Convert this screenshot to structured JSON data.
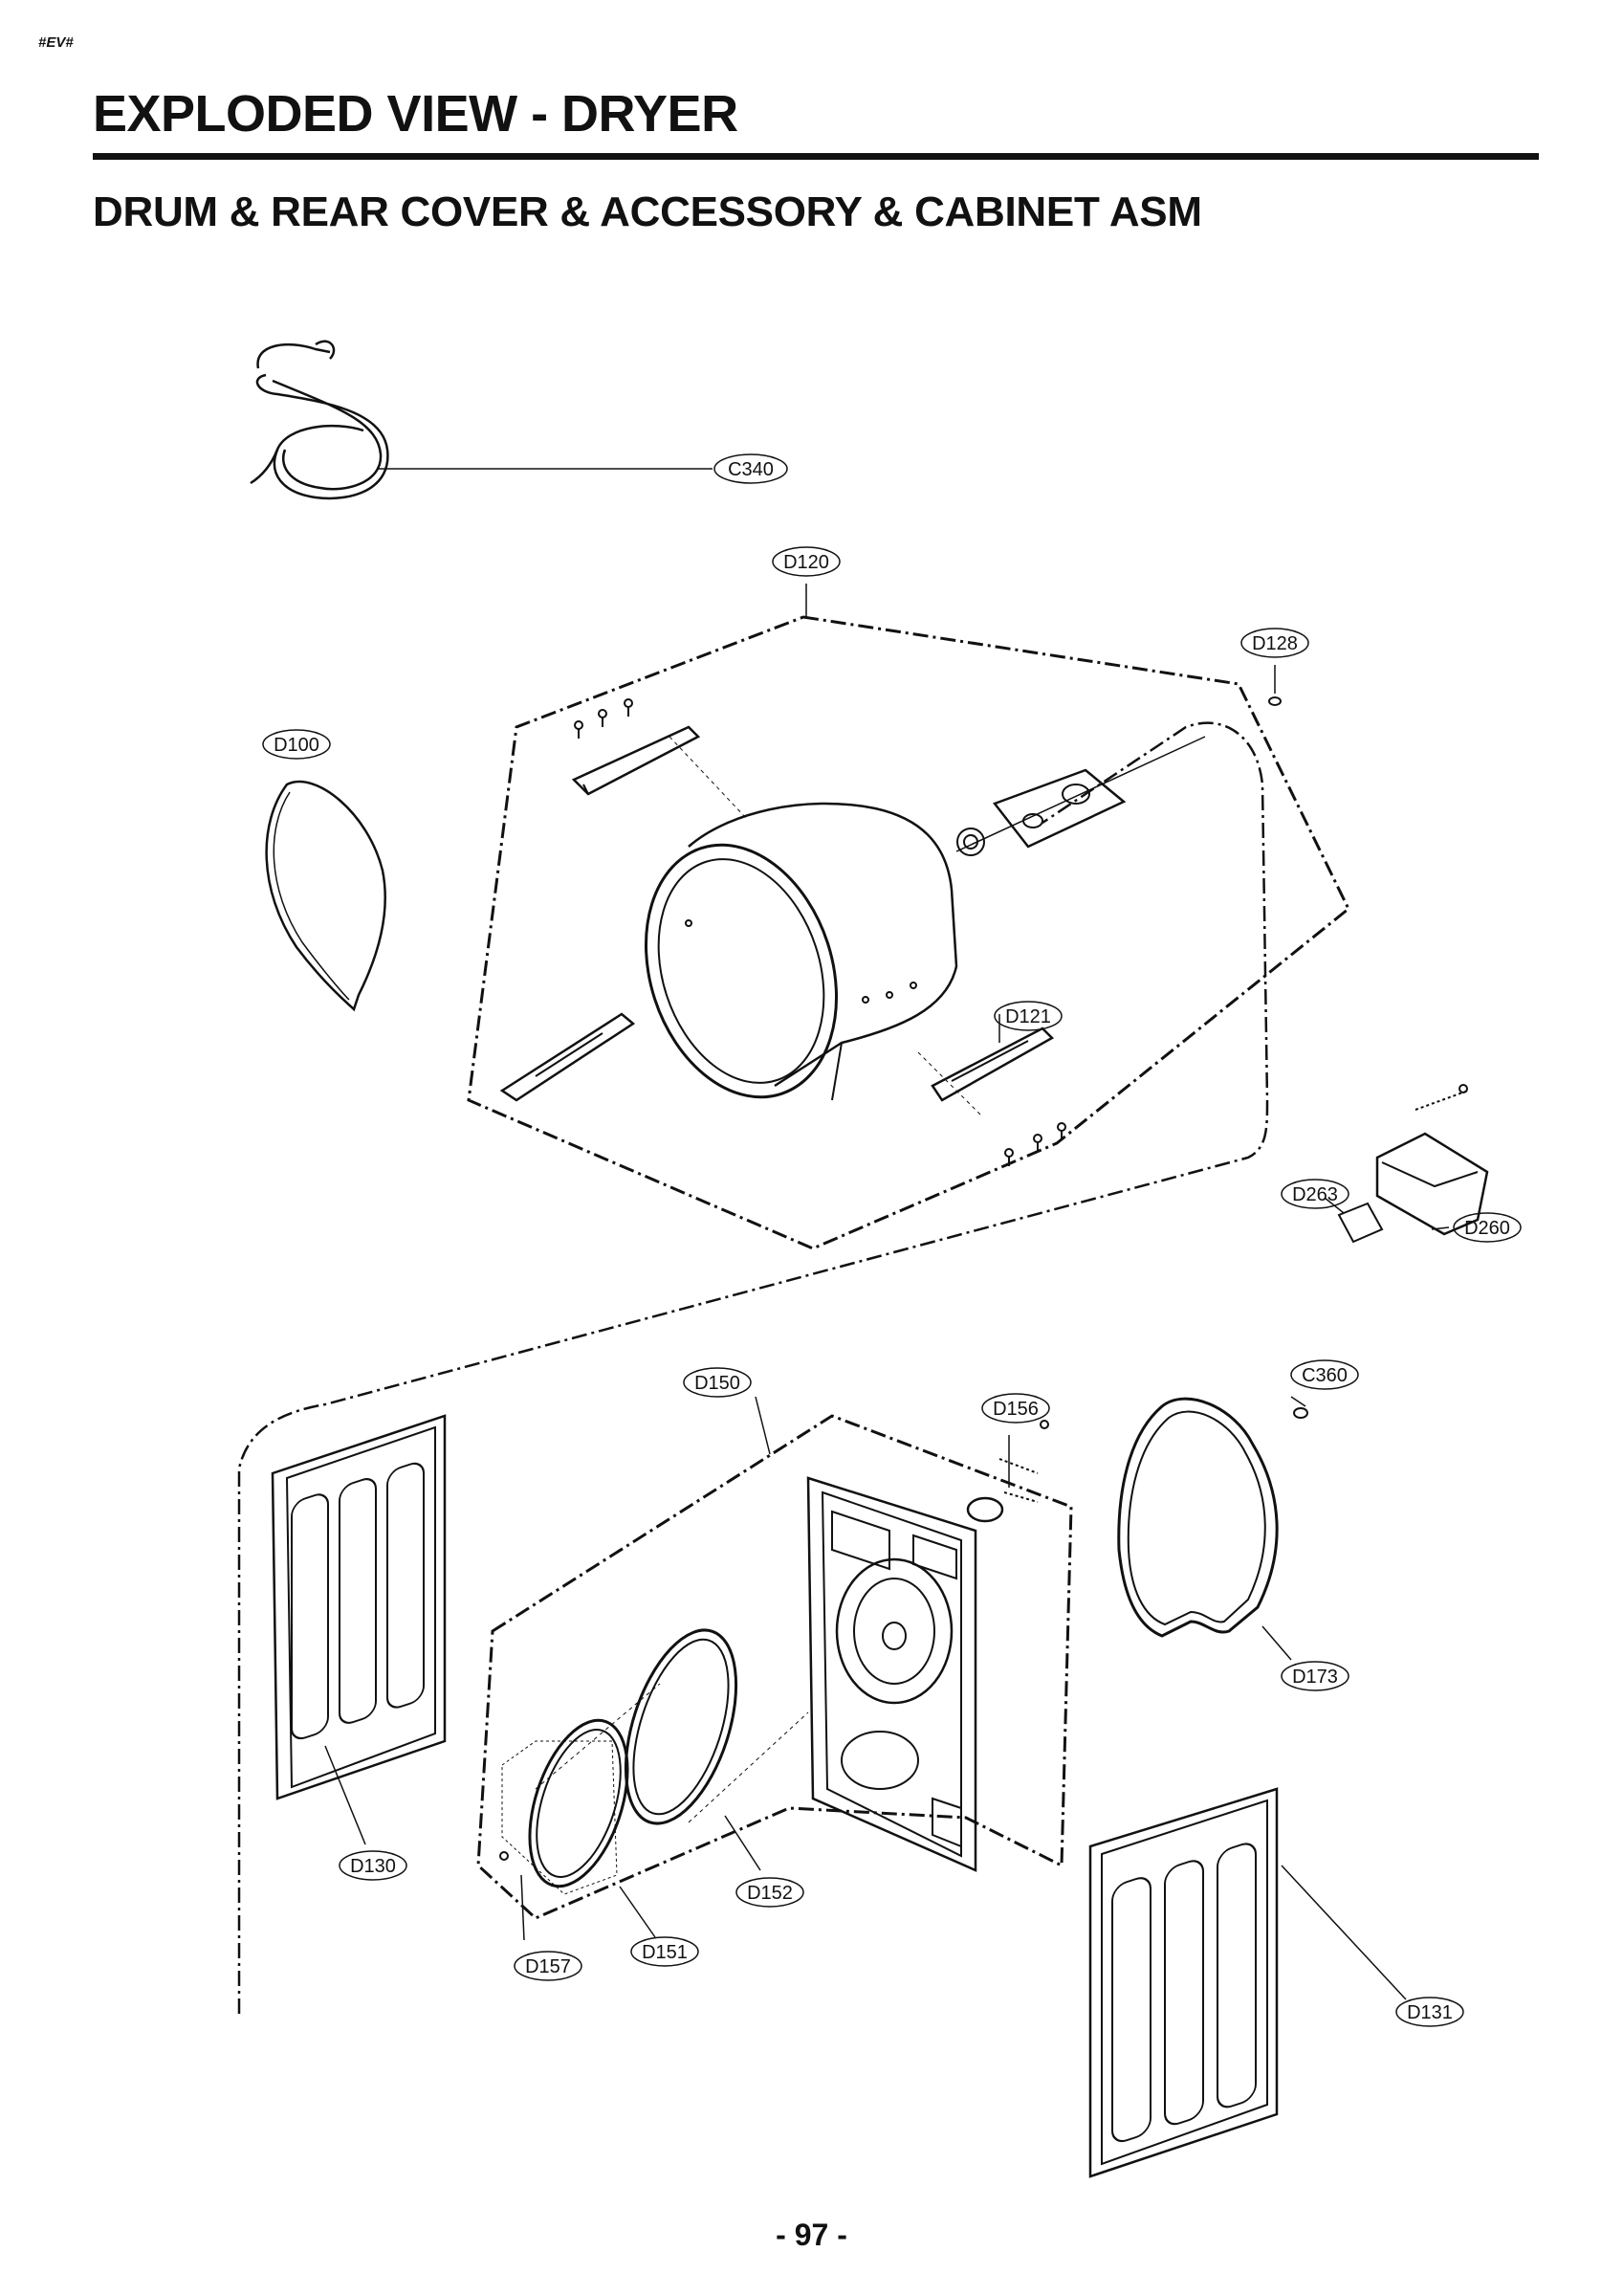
{
  "header": {
    "tag": "#EV#",
    "title": "EXPLODED VIEW - DRYER",
    "subtitle": "DRUM & REAR COVER & ACCESSORY & CABINET ASM"
  },
  "callouts": {
    "c340": "C340",
    "d120": "D120",
    "d128": "D128",
    "d100": "D100",
    "d121": "D121",
    "d263": "D263",
    "d260": "D260",
    "d150": "D150",
    "d156": "D156",
    "c360": "C360",
    "d173": "D173",
    "d130": "D130",
    "d152": "D152",
    "d157": "D157",
    "d151": "D151",
    "d131": "D131"
  },
  "footer": {
    "page_number": "- 97 -"
  }
}
